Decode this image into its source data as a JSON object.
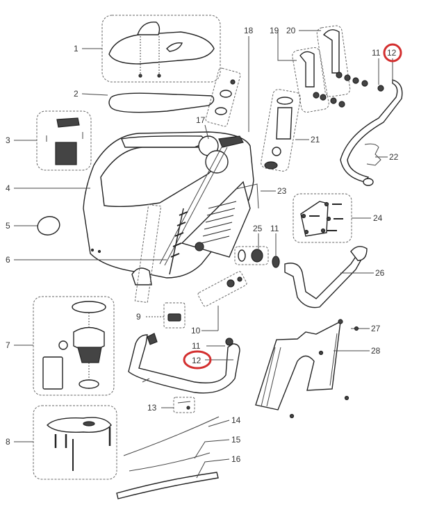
{
  "diagram": {
    "type": "exploded-parts-diagram",
    "highlight_color": "#d32f2f",
    "callouts": [
      {
        "id": "1",
        "label": "1"
      },
      {
        "id": "2",
        "label": "2"
      },
      {
        "id": "3",
        "label": "3"
      },
      {
        "id": "4",
        "label": "4"
      },
      {
        "id": "5",
        "label": "5"
      },
      {
        "id": "6",
        "label": "6"
      },
      {
        "id": "7",
        "label": "7"
      },
      {
        "id": "8",
        "label": "8"
      },
      {
        "id": "9",
        "label": "9"
      },
      {
        "id": "10",
        "label": "10"
      },
      {
        "id": "11a",
        "label": "11"
      },
      {
        "id": "11b",
        "label": "11"
      },
      {
        "id": "11c",
        "label": "11"
      },
      {
        "id": "12a",
        "label": "12",
        "highlighted": true
      },
      {
        "id": "12b",
        "label": "12",
        "highlighted": true
      },
      {
        "id": "13",
        "label": "13"
      },
      {
        "id": "14",
        "label": "14"
      },
      {
        "id": "15",
        "label": "15"
      },
      {
        "id": "16",
        "label": "16"
      },
      {
        "id": "17",
        "label": "17"
      },
      {
        "id": "18",
        "label": "18"
      },
      {
        "id": "19",
        "label": "19"
      },
      {
        "id": "20",
        "label": "20"
      },
      {
        "id": "21",
        "label": "21"
      },
      {
        "id": "22",
        "label": "22"
      },
      {
        "id": "23",
        "label": "23"
      },
      {
        "id": "24",
        "label": "24"
      },
      {
        "id": "25",
        "label": "25"
      },
      {
        "id": "26",
        "label": "26"
      },
      {
        "id": "27",
        "label": "27"
      },
      {
        "id": "28",
        "label": "28"
      }
    ]
  }
}
